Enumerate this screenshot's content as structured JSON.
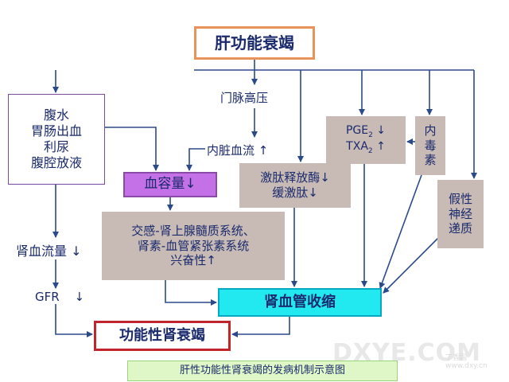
{
  "nodes": {
    "root": "肝功能衰竭",
    "portal_hypertension": "门脉高压",
    "ascites": [
      "腹水",
      "胃肠出血",
      "利尿",
      "腹腔放液"
    ],
    "visceral_flow": "内脏血流",
    "blood_volume": "血容量",
    "kinin": [
      "激肽释放酶",
      "缓激肽"
    ],
    "pge2": "PGE",
    "pge2_sub": "2",
    "txa2": "TXA",
    "txa2_sub": "2",
    "toxin": [
      "内",
      "毒",
      "素"
    ],
    "false_neuro": [
      "假性",
      "神经",
      "递质"
    ],
    "sympathetic": [
      "交感-肾上腺髓质系统、",
      "肾素-血管紧张素系统",
      "兴奋性"
    ],
    "renal_flow": "肾血流量",
    "gfr": "GFR",
    "vasoconstriction": "肾血管收缩",
    "functional_failure": "功能性肾衰竭"
  },
  "symbols": {
    "up": "↑",
    "down": "↓"
  },
  "caption": "肝性功能性肾衰竭的发病机制示意图",
  "watermark": {
    "main": "DXYE.COM",
    "sub": "丁香园 www.dxy.cn"
  },
  "colors": {
    "root_border": "#e8935a",
    "volume_fill": "#c470e6",
    "gray_fill": "#c8bbb6",
    "vaso_fill": "#22e8f0",
    "failure_border": "#c0242c",
    "caption_fill": "#dff7c6",
    "arrow": "#2b4a8c"
  }
}
